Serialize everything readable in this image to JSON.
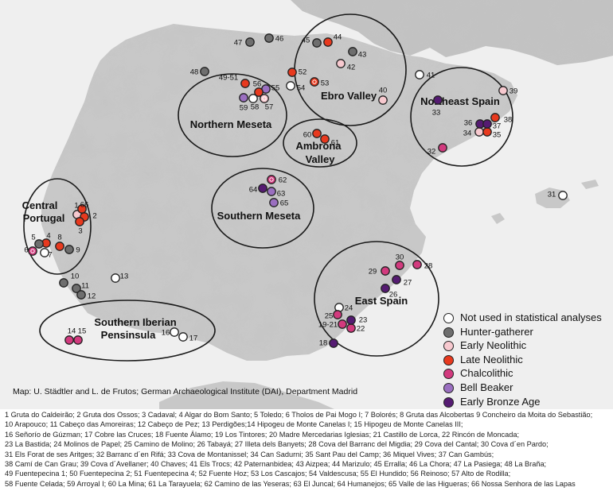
{
  "credit": "Map: U. Städtler and L. de Frutos; German Archaeological Institute (DAI), Department Madrid",
  "categories": [
    {
      "id": "not_used",
      "label": "Not used in statistical analyses",
      "color": "#ffffff"
    },
    {
      "id": "hunter",
      "label": "Hunter-gatherer",
      "color": "#6e6e6e"
    },
    {
      "id": "early_neo",
      "label": "Early Neolithic",
      "color": "#f7c9cf"
    },
    {
      "id": "late_neo",
      "label": "Late Neolithic",
      "color": "#e8391e"
    },
    {
      "id": "chalco",
      "label": "Chalcolithic",
      "color": "#d23a7e"
    },
    {
      "id": "beaker",
      "label": "Bell Beaker",
      "color": "#9a6fc0"
    },
    {
      "id": "bronze",
      "label": "Early Bronze Age",
      "color": "#551b72"
    }
  ],
  "regions": [
    {
      "label": "Northern Meseta"
    },
    {
      "label": "Ebro Valley"
    },
    {
      "label": "Northeast Spain"
    },
    {
      "label": "Ambrona Valley"
    },
    {
      "label": "Central Portugal"
    },
    {
      "label": "Southern Meseta"
    },
    {
      "label": "East Spain"
    },
    {
      "label": "Southern Iberian Pensinsula"
    }
  ],
  "sites": [
    {
      "n": "1",
      "label": "1",
      "cat": "early_neo"
    },
    {
      "n": "2",
      "label": "2",
      "cat": "late_neo"
    },
    {
      "n": "3",
      "label": "3",
      "cat": "late_neo"
    },
    {
      "n": "4",
      "label": "4",
      "cat": "late_neo"
    },
    {
      "n": "5",
      "label": "5",
      "cat": "hunter"
    },
    {
      "n": "6",
      "label": "6",
      "cat": "chalco"
    },
    {
      "n": "7",
      "label": "7",
      "cat": "not_used"
    },
    {
      "n": "8",
      "label": "8",
      "cat": "late_neo"
    },
    {
      "n": "9",
      "label": "9",
      "cat": "hunter"
    },
    {
      "n": "10",
      "label": "10",
      "cat": "hunter"
    },
    {
      "n": "11",
      "label": "11",
      "cat": "hunter"
    },
    {
      "n": "12",
      "label": "12",
      "cat": "hunter"
    },
    {
      "n": "13",
      "label": "13",
      "cat": "not_used"
    },
    {
      "n": "14",
      "label": "14",
      "cat": "chalco"
    },
    {
      "n": "15",
      "label": "15",
      "cat": "chalco"
    },
    {
      "n": "16",
      "label": "16",
      "cat": "not_used"
    },
    {
      "n": "17",
      "label": "17",
      "cat": "not_used"
    },
    {
      "n": "18",
      "label": "18",
      "cat": "bronze"
    },
    {
      "n": "19-21",
      "label": "19-21",
      "cat": "chalco"
    },
    {
      "n": "22",
      "label": "22",
      "cat": "chalco"
    },
    {
      "n": "23",
      "label": "23",
      "cat": "bronze"
    },
    {
      "n": "24",
      "label": "24",
      "cat": "not_used"
    },
    {
      "n": "25",
      "label": "25",
      "cat": "chalco"
    },
    {
      "n": "26",
      "label": "26",
      "cat": "bronze"
    },
    {
      "n": "27",
      "label": "27",
      "cat": "bronze"
    },
    {
      "n": "28",
      "label": "28",
      "cat": "chalco"
    },
    {
      "n": "29",
      "label": "29",
      "cat": "chalco"
    },
    {
      "n": "30",
      "label": "30",
      "cat": "chalco"
    },
    {
      "n": "31",
      "label": "31",
      "cat": "not_used"
    },
    {
      "n": "32",
      "label": "32",
      "cat": "chalco"
    },
    {
      "n": "33",
      "label": "33",
      "cat": "bronze"
    },
    {
      "n": "34",
      "label": "34",
      "cat": "early_neo"
    },
    {
      "n": "35",
      "label": "35",
      "cat": "late_neo"
    },
    {
      "n": "36",
      "label": "36",
      "cat": "bronze"
    },
    {
      "n": "37",
      "label": "37",
      "cat": "bronze"
    },
    {
      "n": "38",
      "label": "38",
      "cat": "late_neo"
    },
    {
      "n": "39",
      "label": "39",
      "cat": "early_neo"
    },
    {
      "n": "40",
      "label": "40",
      "cat": "early_neo"
    },
    {
      "n": "41",
      "label": "41",
      "cat": "not_used"
    },
    {
      "n": "42",
      "label": "42",
      "cat": "early_neo"
    },
    {
      "n": "43",
      "label": "43",
      "cat": "hunter"
    },
    {
      "n": "44",
      "label": "44",
      "cat": "late_neo"
    },
    {
      "n": "45",
      "label": "45",
      "cat": "hunter"
    },
    {
      "n": "46",
      "label": "46",
      "cat": "hunter"
    },
    {
      "n": "47",
      "label": "47",
      "cat": "hunter"
    },
    {
      "n": "48",
      "label": "48",
      "cat": "hunter"
    },
    {
      "n": "49-51",
      "label": "49-51",
      "cat": "late_neo"
    },
    {
      "n": "52",
      "label": "52",
      "cat": "late_neo"
    },
    {
      "n": "53",
      "label": "53",
      "cat": "late_neo"
    },
    {
      "n": "54",
      "label": "54",
      "cat": "not_used"
    },
    {
      "n": "55",
      "label": "55",
      "cat": "beaker"
    },
    {
      "n": "56",
      "label": "56",
      "cat": "late_neo"
    },
    {
      "n": "57",
      "label": "57",
      "cat": "early_neo"
    },
    {
      "n": "58",
      "label": "58",
      "cat": "not_used"
    },
    {
      "n": "59",
      "label": "59",
      "cat": "beaker"
    },
    {
      "n": "60",
      "label": "60",
      "cat": "late_neo"
    },
    {
      "n": "61",
      "label": "61",
      "cat": "late_neo"
    },
    {
      "n": "62",
      "label": "62",
      "cat": "chalco"
    },
    {
      "n": "63",
      "label": "63",
      "cat": "beaker"
    },
    {
      "n": "64",
      "label": "64",
      "cat": "bronze"
    },
    {
      "n": "65",
      "label": "65",
      "cat": "beaker"
    },
    {
      "n": "66",
      "label": "66",
      "cat": "late_neo"
    }
  ],
  "caption_lines": [
    "1 Gruta do Caldeirão; 2 Gruta dos Ossos; 3 Cadaval; 4 Algar do Bom Santo; 5 Toledo;  6 Tholos de Pai Mogo I; 7 Bolorés; 8 Gruta das Alcobertas 9 Concheiro da Moita do Sebastião;",
    "10 Arapouco; 11 Cabeço das Amoreiras; 12 Cabeço de Pez; 13 Perdigões;14 Hipogeu de Monte Canelas I; 15 Hipogeu de Monte Canelas III;",
    "16 Señorío de Gúzman; 17 Cobre las Cruces; 18 Fuente Álamo; 19 Los Tintores; 20 Madre Mercedarias Iglesias; 21 Castillo de Lorca, 22 Rincón de Moncada;",
    "23 La Bastida; 24 Molinos de Papel; 25 Camino de Molino; 26 Tabayá; 27 Illeta dels Banyets; 28 Cova del Barranc del Migdia; 29 Cova del Cantal; 30 Cova d´en Pardo;",
    "31 Els Forat de ses Aritges; 32 Barranc d´en Rifá; 33 Cova de Montanissel; 34 Can Sadurni; 35 Sant Pau del Camp; 36 Miquel Vives; 37 Can Gambús;",
    "38 Camí de Can Grau; 39 Cova d´Avellaner; 40 Chaves; 41 Els Trocs; 42 Paternanbidea; 43 Aizpea; 44 Marizulo; 45 Erralla; 46 La Chora; 47 La Pasiega; 48 La Braña;",
    "49 Fuentepecina 1; 50 Fuentepecina 2; 51 Fuentepecina 4; 52 Fuente Hoz; 53 Los Cascajos; 54 Valdescusa; 55 El Hundido; 56 Reinoso; 57 Alto de Rodilla;",
    "58 Fuente Celada; 59 Arroyal I; 60 La Mina; 61 La Tarayuela; 62 Camino de las Yeseras; 63 El Juncal; 64 Humanejos; 65 Valle de las Higueras; 66 Nossa Senhora de las Lapas"
  ]
}
